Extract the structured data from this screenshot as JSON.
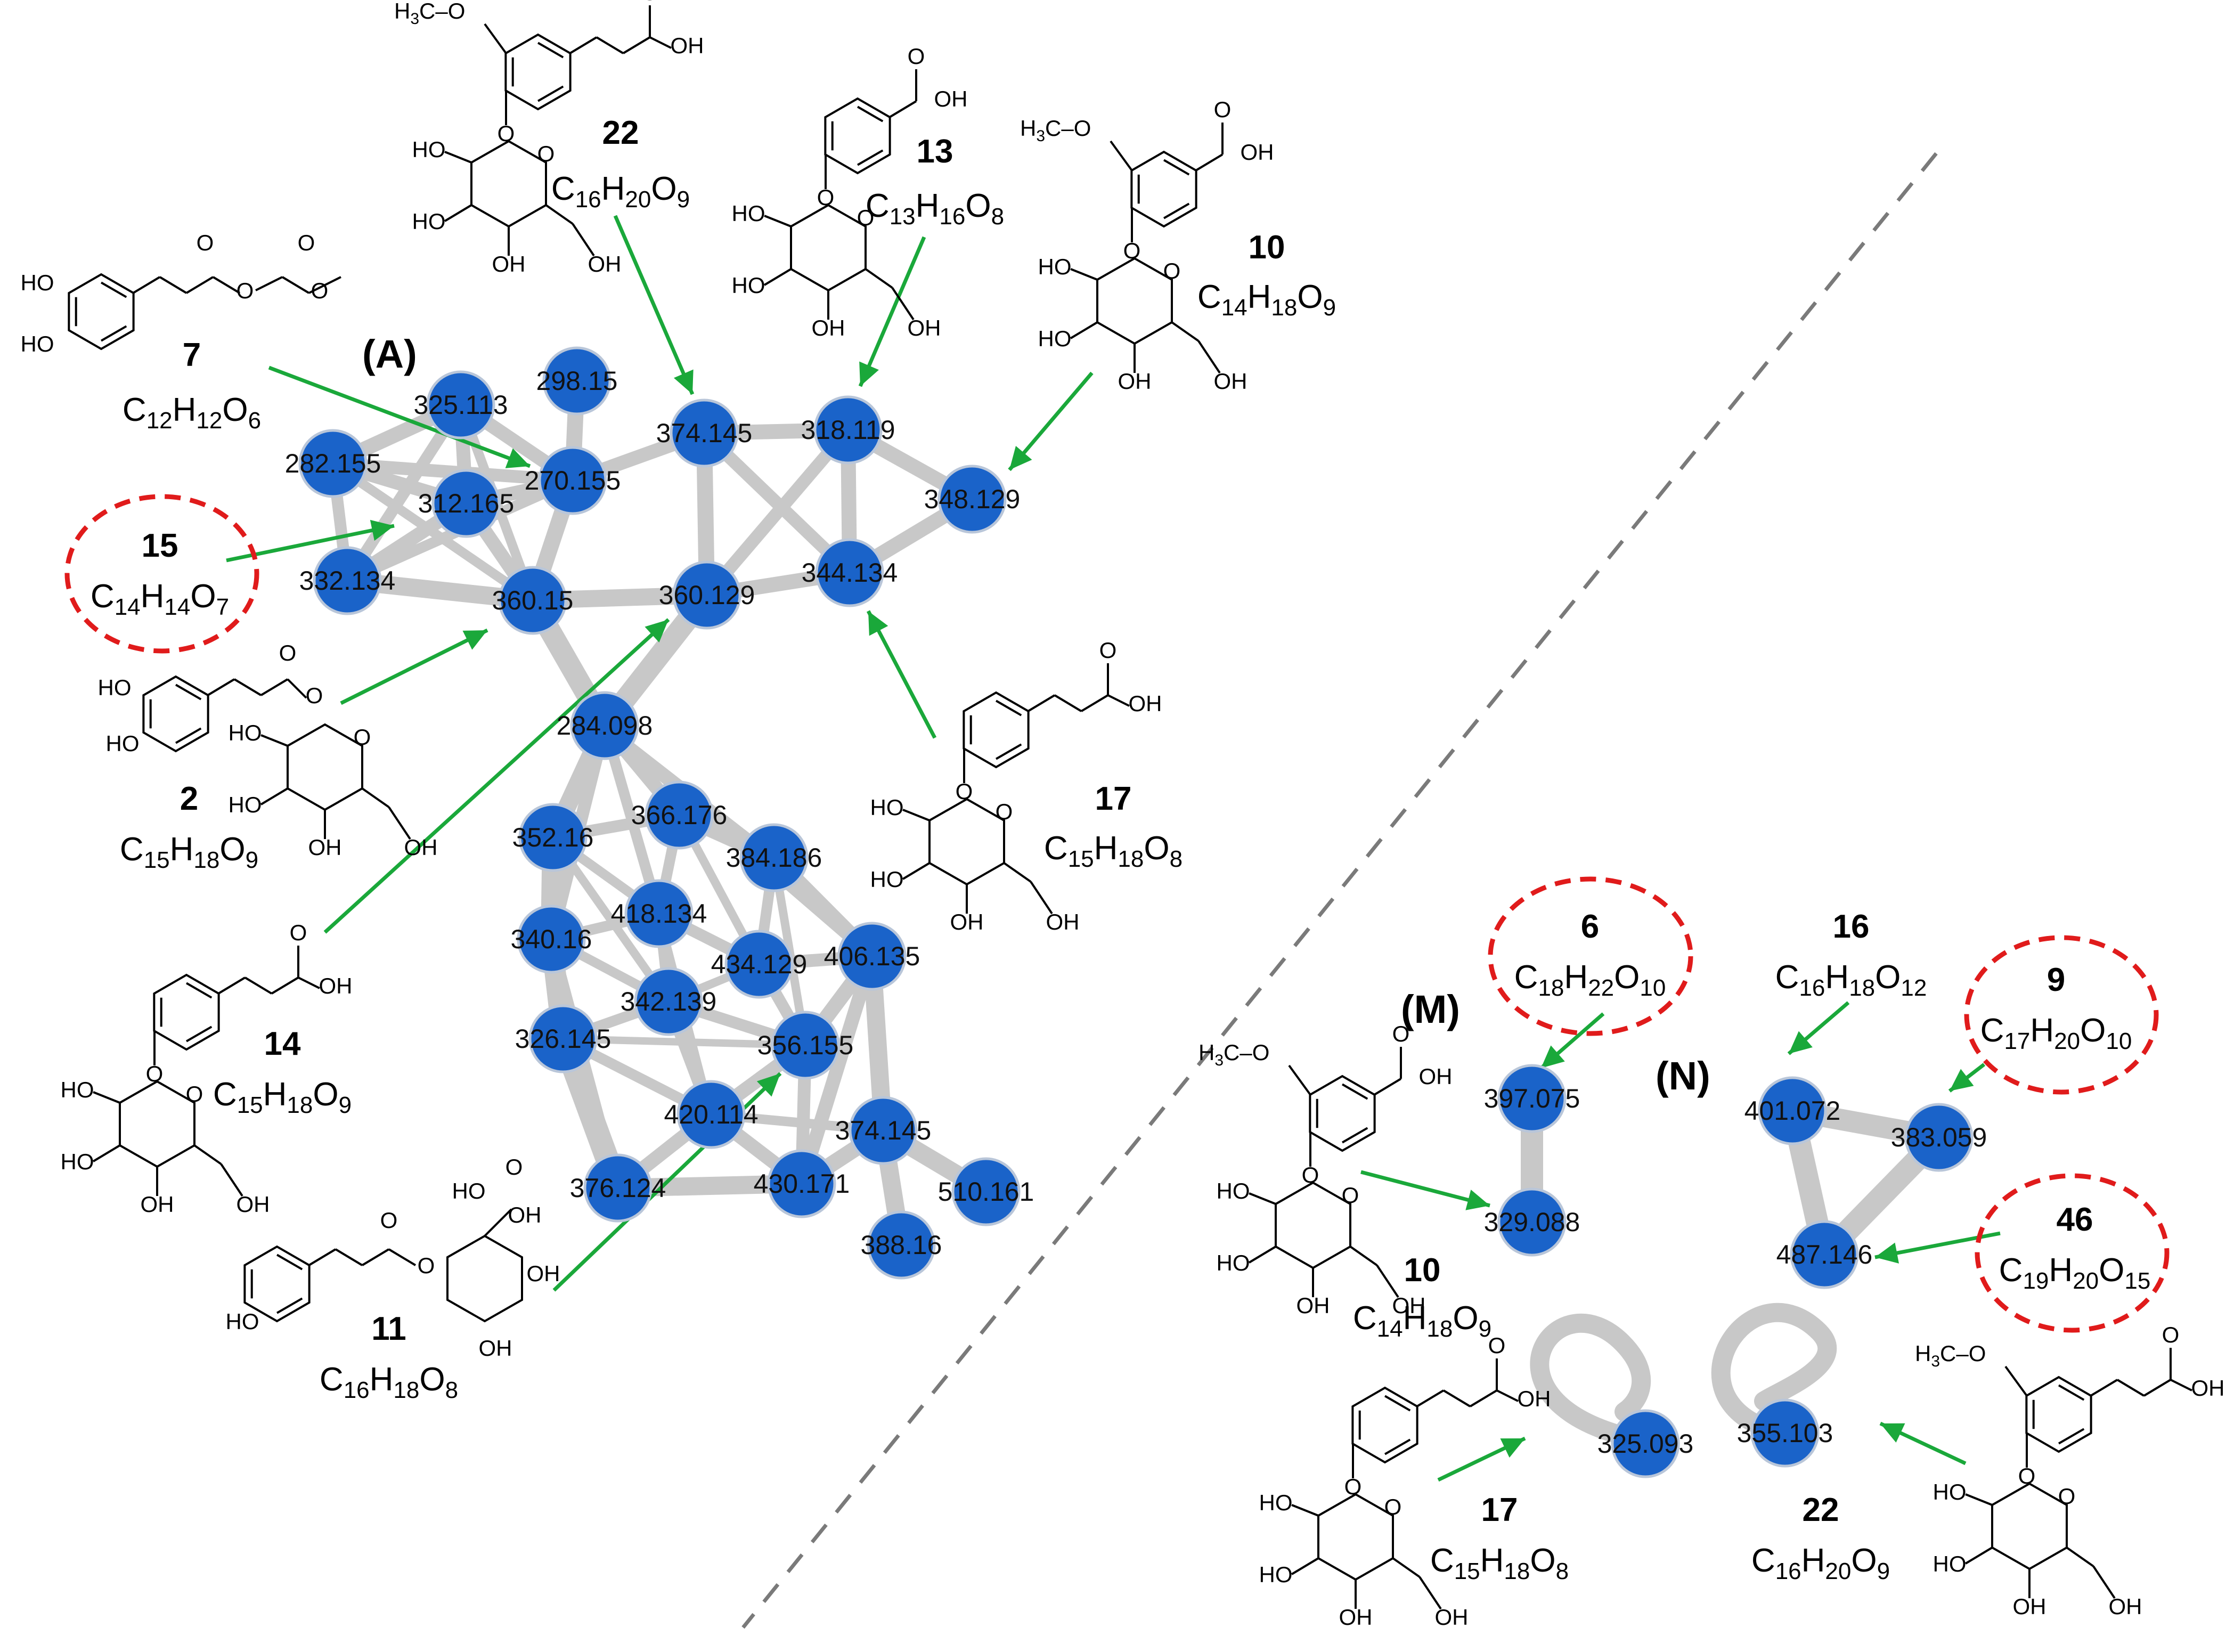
{
  "colors": {
    "node": "#1a63c9",
    "node_stroke": "#b9c6d9",
    "edge": "#c8c8c8",
    "arrow": "#1aa83a",
    "highlight": "#e01b1b",
    "divider": "#7a7a7a"
  },
  "panels": {
    "A": "(A)",
    "M": "(M)",
    "N": "(N)"
  },
  "nodes": [
    {
      "id": "n1",
      "label": "325.113"
    },
    {
      "id": "n2",
      "label": "298.15"
    },
    {
      "id": "n3",
      "label": "282.155"
    },
    {
      "id": "n4",
      "label": "270.155"
    },
    {
      "id": "n5",
      "label": "312.165"
    },
    {
      "id": "n6",
      "label": "332.134"
    },
    {
      "id": "n7",
      "label": "360.15"
    },
    {
      "id": "n8",
      "label": "374.145"
    },
    {
      "id": "n9",
      "label": "318.119"
    },
    {
      "id": "n10",
      "label": "348.129"
    },
    {
      "id": "n11",
      "label": "360.129"
    },
    {
      "id": "n12",
      "label": "344.134"
    },
    {
      "id": "n13",
      "label": "284.098"
    },
    {
      "id": "n14",
      "label": "352.16"
    },
    {
      "id": "n15",
      "label": "366.176"
    },
    {
      "id": "n16",
      "label": "384.186"
    },
    {
      "id": "n17",
      "label": "418.134"
    },
    {
      "id": "n18",
      "label": "340.16"
    },
    {
      "id": "n19",
      "label": "434.129"
    },
    {
      "id": "n20",
      "label": "406.135"
    },
    {
      "id": "n21",
      "label": "342.139"
    },
    {
      "id": "n22",
      "label": "326.145"
    },
    {
      "id": "n23",
      "label": "356.155"
    },
    {
      "id": "n24",
      "label": "420.114"
    },
    {
      "id": "n25",
      "label": "376.124"
    },
    {
      "id": "n26",
      "label": "374.145"
    },
    {
      "id": "n27",
      "label": "430.171"
    },
    {
      "id": "n28",
      "label": "510.161"
    },
    {
      "id": "n29",
      "label": "388.16"
    },
    {
      "id": "m1",
      "label": "397.075"
    },
    {
      "id": "m2",
      "label": "329.088"
    },
    {
      "id": "k1",
      "label": "401.072"
    },
    {
      "id": "k2",
      "label": "383.059"
    },
    {
      "id": "k3",
      "label": "487.146"
    },
    {
      "id": "s1",
      "label": "325.093"
    },
    {
      "id": "s2",
      "label": "355.103"
    }
  ],
  "compounds": [
    {
      "id": "c22a",
      "number": "22",
      "formula": [
        [
          "C",
          ""
        ],
        [
          "16",
          1
        ],
        [
          "H",
          ""
        ],
        [
          "20",
          1
        ],
        [
          "O",
          ""
        ],
        [
          "9",
          1
        ]
      ],
      "highlighted": false
    },
    {
      "id": "c13",
      "number": "13",
      "formula": [
        [
          "C",
          ""
        ],
        [
          "13",
          1
        ],
        [
          "H",
          ""
        ],
        [
          "16",
          1
        ],
        [
          "O",
          ""
        ],
        [
          "8",
          1
        ]
      ],
      "highlighted": false
    },
    {
      "id": "c10a",
      "number": "10",
      "formula": [
        [
          "C",
          ""
        ],
        [
          "14",
          1
        ],
        [
          "H",
          ""
        ],
        [
          "18",
          1
        ],
        [
          "O",
          ""
        ],
        [
          "9",
          1
        ]
      ],
      "highlighted": false
    },
    {
      "id": "c7",
      "number": "7",
      "formula": [
        [
          "C",
          ""
        ],
        [
          "12",
          1
        ],
        [
          "H",
          ""
        ],
        [
          "12",
          1
        ],
        [
          "O",
          ""
        ],
        [
          "6",
          1
        ]
      ],
      "highlighted": false
    },
    {
      "id": "c15",
      "number": "15",
      "formula": [
        [
          "C",
          ""
        ],
        [
          "14",
          1
        ],
        [
          "H",
          ""
        ],
        [
          "14",
          1
        ],
        [
          "O",
          ""
        ],
        [
          "7",
          1
        ]
      ],
      "highlighted": true
    },
    {
      "id": "c2",
      "number": "2",
      "formula": [
        [
          "C",
          ""
        ],
        [
          "15",
          1
        ],
        [
          "H",
          ""
        ],
        [
          "18",
          1
        ],
        [
          "O",
          ""
        ],
        [
          "9",
          1
        ]
      ],
      "highlighted": false
    },
    {
      "id": "c17a",
      "number": "17",
      "formula": [
        [
          "C",
          ""
        ],
        [
          "15",
          1
        ],
        [
          "H",
          ""
        ],
        [
          "18",
          1
        ],
        [
          "O",
          ""
        ],
        [
          "8",
          1
        ]
      ],
      "highlighted": false
    },
    {
      "id": "c14",
      "number": "14",
      "formula": [
        [
          "C",
          ""
        ],
        [
          "15",
          1
        ],
        [
          "H",
          ""
        ],
        [
          "18",
          1
        ],
        [
          "O",
          ""
        ],
        [
          "9",
          1
        ]
      ],
      "highlighted": false
    },
    {
      "id": "c11",
      "number": "11",
      "formula": [
        [
          "C",
          ""
        ],
        [
          "16",
          1
        ],
        [
          "H",
          ""
        ],
        [
          "18",
          1
        ],
        [
          "O",
          ""
        ],
        [
          "8",
          1
        ]
      ],
      "highlighted": false
    },
    {
      "id": "c6",
      "number": "6",
      "formula": [
        [
          "C",
          ""
        ],
        [
          "18",
          1
        ],
        [
          "H",
          ""
        ],
        [
          "22",
          1
        ],
        [
          "O",
          ""
        ],
        [
          "10",
          1
        ]
      ],
      "highlighted": true
    },
    {
      "id": "c16",
      "number": "16",
      "formula": [
        [
          "C",
          ""
        ],
        [
          "16",
          1
        ],
        [
          "H",
          ""
        ],
        [
          "18",
          1
        ],
        [
          "O",
          ""
        ],
        [
          "12",
          1
        ]
      ],
      "highlighted": false
    },
    {
      "id": "c9",
      "number": "9",
      "formula": [
        [
          "C",
          ""
        ],
        [
          "17",
          1
        ],
        [
          "H",
          ""
        ],
        [
          "20",
          1
        ],
        [
          "O",
          ""
        ],
        [
          "10",
          1
        ]
      ],
      "highlighted": true
    },
    {
      "id": "c46",
      "number": "46",
      "formula": [
        [
          "C",
          ""
        ],
        [
          "19",
          1
        ],
        [
          "H",
          ""
        ],
        [
          "20",
          1
        ],
        [
          "O",
          ""
        ],
        [
          "15",
          1
        ]
      ],
      "highlighted": true
    },
    {
      "id": "c10b",
      "number": "10",
      "formula": [
        [
          "C",
          ""
        ],
        [
          "14",
          1
        ],
        [
          "H",
          ""
        ],
        [
          "18",
          1
        ],
        [
          "O",
          ""
        ],
        [
          "9",
          1
        ]
      ],
      "highlighted": false
    },
    {
      "id": "c17b",
      "number": "17",
      "formula": [
        [
          "C",
          ""
        ],
        [
          "15",
          1
        ],
        [
          "H",
          ""
        ],
        [
          "18",
          1
        ],
        [
          "O",
          ""
        ],
        [
          "8",
          1
        ]
      ],
      "highlighted": false
    },
    {
      "id": "c22b",
      "number": "22",
      "formula": [
        [
          "C",
          ""
        ],
        [
          "16",
          1
        ],
        [
          "H",
          ""
        ],
        [
          "20",
          1
        ],
        [
          "O",
          ""
        ],
        [
          "9",
          1
        ]
      ],
      "highlighted": false
    }
  ],
  "chem_labels": {
    "OH": "OH",
    "HO": "HO",
    "O": "O",
    "H3C": "H",
    "sub3": "3",
    "CO": "C–O"
  }
}
